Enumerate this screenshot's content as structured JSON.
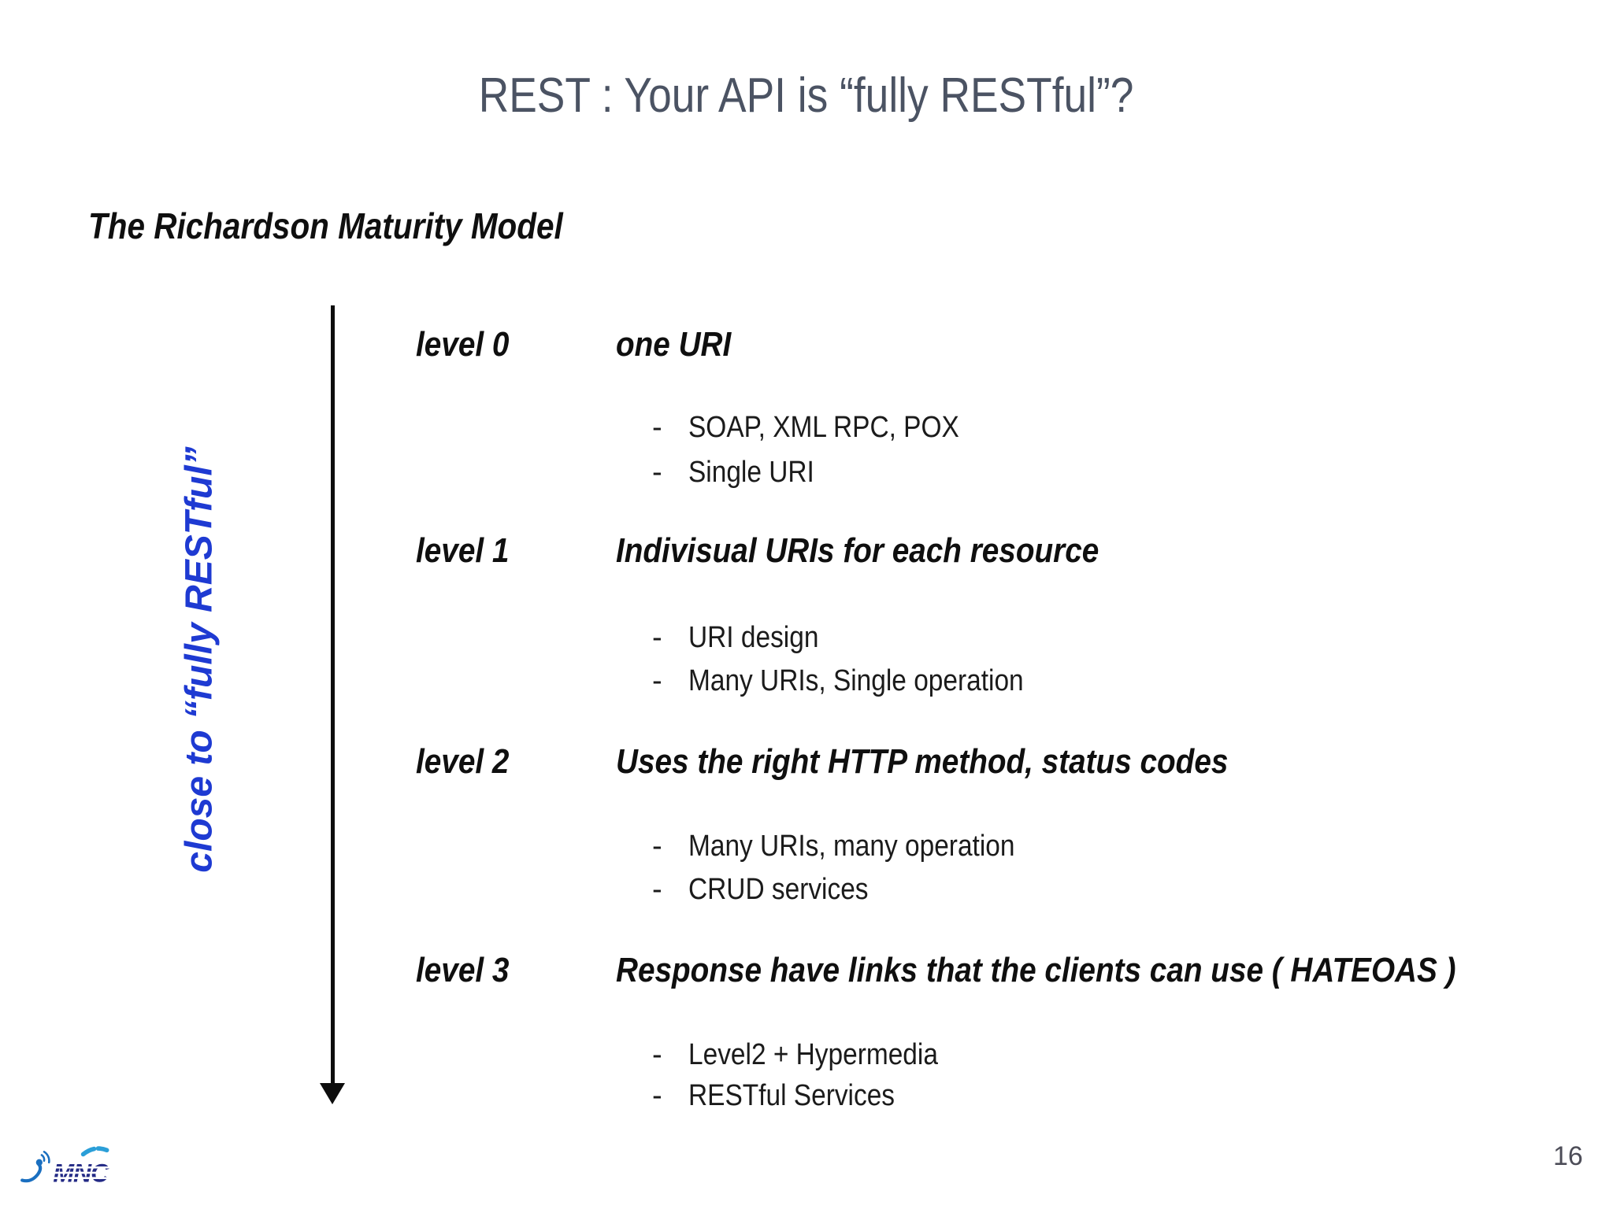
{
  "slide": {
    "title": "REST : Your API is “fully RESTful”?",
    "subtitle": "The Richardson Maturity Model",
    "axis_label": "close to “fully RESTful”",
    "bullet_dash": "-",
    "levels": [
      {
        "label": "level 0",
        "title": "one URI",
        "bullets": [
          "SOAP, XML RPC, POX",
          "Single URI"
        ]
      },
      {
        "label": "level 1",
        "title": "Indivisual URIs for each resource",
        "bullets": [
          "URI design",
          "Many URIs, Single operation"
        ]
      },
      {
        "label": "level 2",
        "title": "Uses the right HTTP method, status codes",
        "bullets": [
          "Many URIs, many operation",
          "CRUD services"
        ]
      },
      {
        "label": "level 3",
        "title": "Response have links that the clients can use ( HATEOAS )",
        "bullets": [
          "Level2 + Hypermedia",
          "RESTful Services"
        ]
      }
    ],
    "footer": {
      "logo_text": "MNC",
      "page_number": "16"
    },
    "colors": {
      "title_gray": "#4b5363",
      "body_black": "#141414",
      "accent_blue": "#1e3ad2",
      "logo_navy": "#232a85",
      "logo_blue": "#1a6fc0",
      "logo_light_blue": "#2b9fd8",
      "page_number_gray": "#4d4d58"
    }
  }
}
